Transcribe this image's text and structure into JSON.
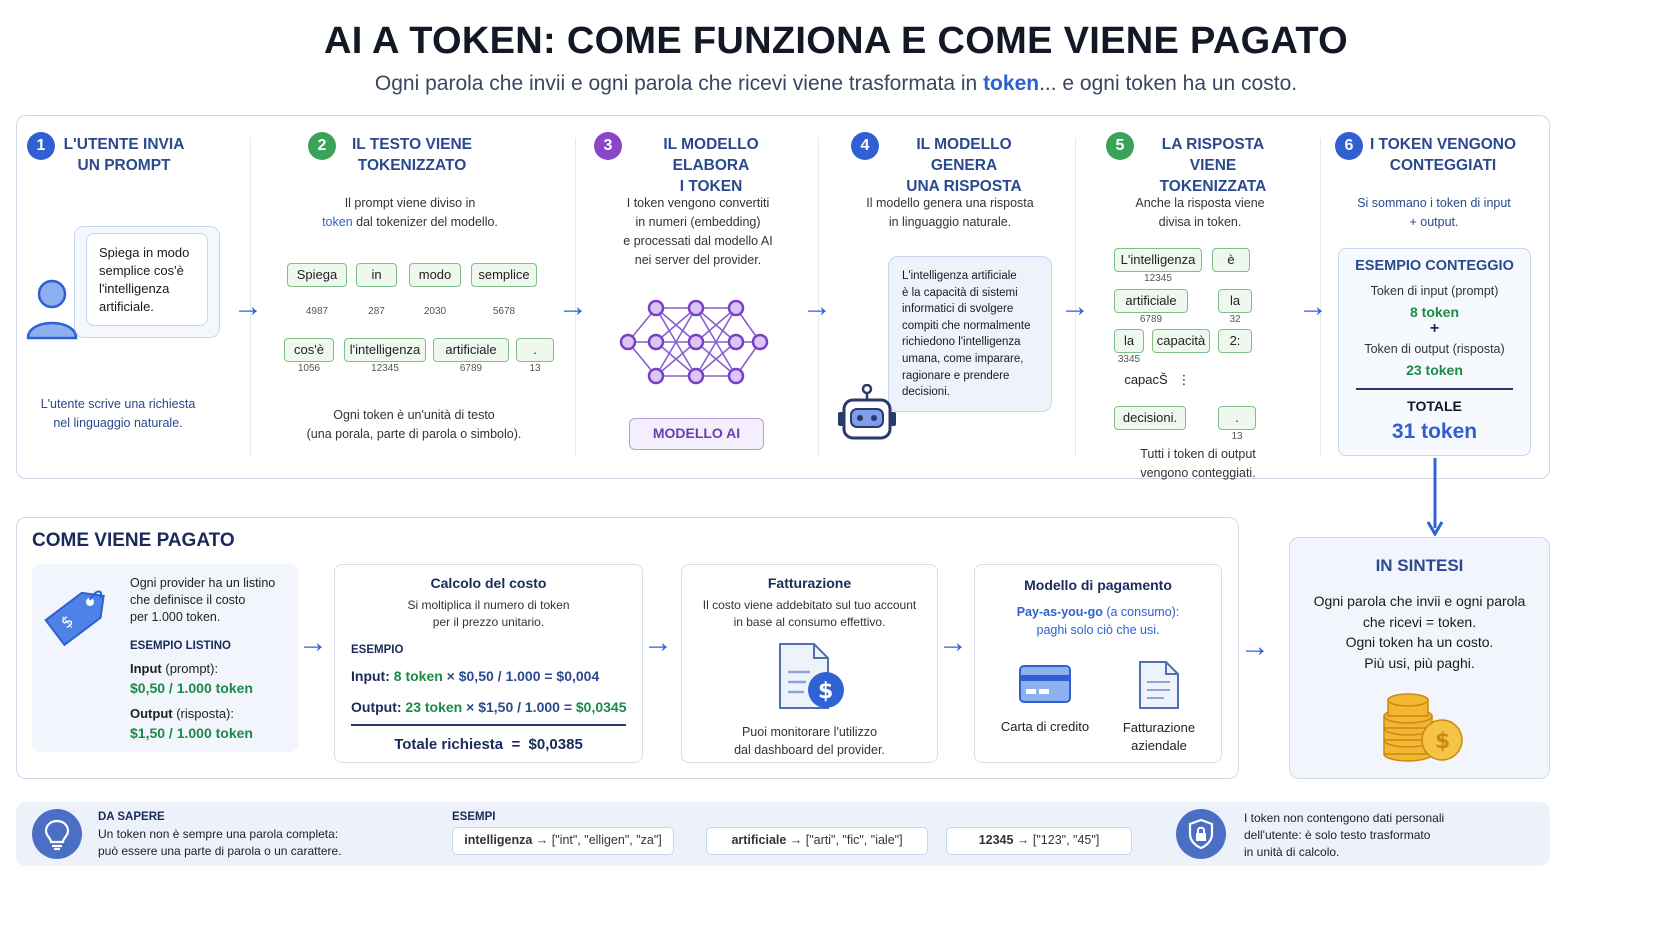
{
  "header": {
    "title": "AI A TOKEN: COME FUNZIONA E COME VIENE PAGATO",
    "subtitle_pre": "Ogni parola che invii e ogni parola che ricevi viene trasformata in ",
    "subtitle_hl": "token",
    "subtitle_post": "... e ogni token ha un costo."
  },
  "steps": [
    {
      "num": "1",
      "color": "#2f5fd0",
      "title": "L'UTENTE INVIA\nUN PROMPT",
      "desc": "L'utente scrive una richiesta\nnel linguaggio naturale.",
      "bubble": "Spiega in modo\nsemplice cos'è\nl'intelligenza\nartificiale."
    },
    {
      "num": "2",
      "color": "#3aa35a",
      "title": "IL TESTO VIENE\nTOKENIZZATO",
      "desc_a": "Il prompt viene diviso in",
      "desc_b_hl": "token",
      "desc_b": " dal tokenizer del modello.",
      "foot": "Ogni token è un'unità di testo\n(una porala, parte di parola o simbolo).",
      "row1": [
        {
          "t": "Spiega",
          "id": "4987"
        },
        {
          "t": "in",
          "id": "287"
        },
        {
          "t": "modo",
          "id": "2030"
        },
        {
          "t": "semplice",
          "id": "5678"
        }
      ],
      "row2": [
        {
          "t": "cos'è",
          "id": "1056"
        },
        {
          "t": "l'intelligenza",
          "id": "12345"
        },
        {
          "t": "artificiale",
          "id": "6789"
        },
        {
          "t": ".",
          "id": "13"
        }
      ]
    },
    {
      "num": "3",
      "color": "#8a46c9",
      "title": "IL MODELLO ELABORA\nI TOKEN",
      "desc": "I token vengono convertiti\nin numeri (embedding)\ne processati dal modello AI\nnei server del provider.",
      "badge": "MODELLO AI"
    },
    {
      "num": "4",
      "color": "#2f5fd0",
      "title": "IL MODELLO GENERA\nUNA RISPOSTA",
      "desc": "Il modello genera una risposta\nin linguaggio naturale.",
      "bubble": "L'intelligenza artificiale\nè la capacità di sistemi\ninformatici di svolgere\ncompiti che normalmente\nrichiedono l'intelligenza\numana, come imparare,\nragionare e prendere\ndecisioni."
    },
    {
      "num": "5",
      "color": "#3aa35a",
      "title": "LA RISPOSTA VIENE\nTOKENIZZATA",
      "desc": "Anche la risposta viene\ndivisa in token.",
      "foot": "Tutti i token di output\nvengono conteggiati.",
      "tokens": [
        {
          "t": "L'intelligenza",
          "id": "12345"
        },
        {
          "t": "è",
          "id": ""
        },
        {
          "t": "artificiale",
          "id": "6789"
        },
        {
          "t": "la",
          "id": "32"
        },
        {
          "t": "la",
          "id": "3345"
        },
        {
          "t": "capacità",
          "id": ""
        },
        {
          "t": "2:",
          "id": ""
        },
        {
          "t": "capacŠ",
          "id": ""
        },
        {
          "t": "⋮",
          "id": ""
        },
        {
          "t": "decisioni.",
          "id": ""
        },
        {
          "t": ".",
          "id": "13"
        }
      ]
    },
    {
      "num": "6",
      "color": "#2f5fd0",
      "title": "I TOKEN VENGONO\nCONTEGGIATI",
      "desc": "Si sommano i token di input\n+ output.",
      "box": {
        "title": "ESEMPIO CONTEGGIO",
        "in_label": "Token di input (prompt)",
        "in_val": "8 token",
        "plus": "+",
        "out_label": "Token di output (risposta)",
        "out_val": "23 token",
        "tot_label": "TOTALE",
        "tot_val": "31 token"
      }
    }
  ],
  "payment": {
    "heading": "COME VIENE PAGATO",
    "listino": {
      "desc": "Ogni provider ha un listino\nche definisce il costo\nper 1.000 token.",
      "ex_label": "ESEMPIO LISTINO",
      "in_label": "Input",
      "in_sub": " (prompt):",
      "in_price": "$0,50 / 1.000 token",
      "out_label": "Output",
      "out_sub": " (risposta):",
      "out_price": "$1,50 / 1.000 token"
    },
    "calcolo": {
      "title": "Calcolo del costo",
      "desc": "Si moltiplica il numero di token\nper il prezzo unitario.",
      "ex": "ESEMPIO",
      "in_label": "Input:",
      "in_tok": "8 token",
      "in_mid": " × $0,50 / 1.000 = $0,004",
      "out_label": "Output:",
      "out_tok": "23 token",
      "out_mid": " × $1,50 / 1.000 = ",
      "out_res": "$0,0345",
      "total": "Totale richiesta  =  $0,0385"
    },
    "fatturazione": {
      "title": "Fatturazione",
      "desc": "Il costo viene addebitato sul tuo account\nin base al consumo effettivo.",
      "foot": "Puoi monitorare l'utilizzo\ndal dashboard del provider."
    },
    "modello": {
      "title": "Modello di pagamento",
      "hl": "Pay-as-you-go",
      "sub": " (a consumo):",
      "desc": "paghi solo ciò che usi.",
      "opt1": "Carta di credito",
      "opt2": "Fatturazione\naziendale"
    }
  },
  "sintesi": {
    "title": "IN SINTESI",
    "text": "Ogni parola che invii e ogni parola\nche ricevi = token.\nOgni token ha un costo.\nPiù usi, più paghi."
  },
  "footer": {
    "title": "DA SAPERE",
    "text": "Un token non è sempre una parola completa:\npuò essere una parte di parola o un carattere.",
    "ex_label": "ESEMPI",
    "ex": [
      {
        "w": "intelligenza",
        "r": " → [\"int\", \"elligen\", \"za\"]"
      },
      {
        "w": "artificiale",
        "r": " → [\"arti\", \"fic\", \"iale\"]"
      },
      {
        "w": "12345",
        "r": " → [\"123\", \"45\"]"
      }
    ],
    "privacy": "I token non contengono dati personali\ndell'utente: è solo testo trasformato\nin unità di calcolo."
  }
}
